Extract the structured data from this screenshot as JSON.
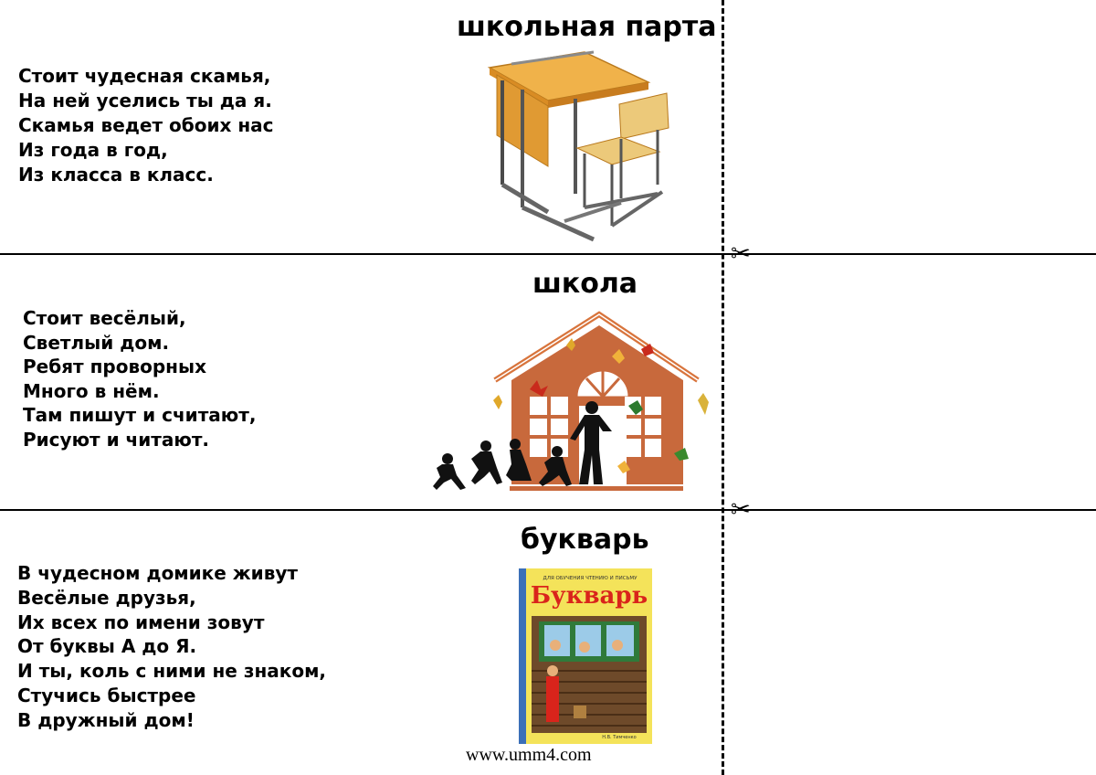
{
  "sections": [
    {
      "title": "школьная парта",
      "poem": [
        "Стоит чудесная скамья,",
        "На ней уселись ты да я.",
        "Скамья ведет обоих нас",
        "Из года в год,",
        "Из класса в класс."
      ]
    },
    {
      "title": "школа",
      "poem": [
        "Стоит весёлый,",
        "Светлый дом.",
        "Ребят проворных",
        "Много в нём.",
        "Там пишут и считают,",
        "Рисуют и читают."
      ]
    },
    {
      "title": "букварь",
      "poem": [
        "В чудесном домике живут",
        "Весёлые друзья,",
        "Их всех по имени зовут",
        "От буквы А до Я.",
        "И ты, коль с ними не знаком,",
        "Стучись быстрее",
        "В дружный дом!"
      ]
    }
  ],
  "book_cover": {
    "title": "Букварь",
    "top_caption": "ДЛЯ ОБУЧЕНИЯ ЧТЕНИЮ И ПИСЬМУ",
    "bottom_caption": "Н.В. Тимченко"
  },
  "footer": "www.umm4.com",
  "icons": [
    "scissors-icon",
    "desk-illustration",
    "school-house-illustration",
    "primer-book-illustration"
  ],
  "colors": {
    "desk_wood": "#e8a23a",
    "house_wall": "#c8693c",
    "book_blue": "#3b6fb8",
    "book_title_red": "#d9241b"
  }
}
